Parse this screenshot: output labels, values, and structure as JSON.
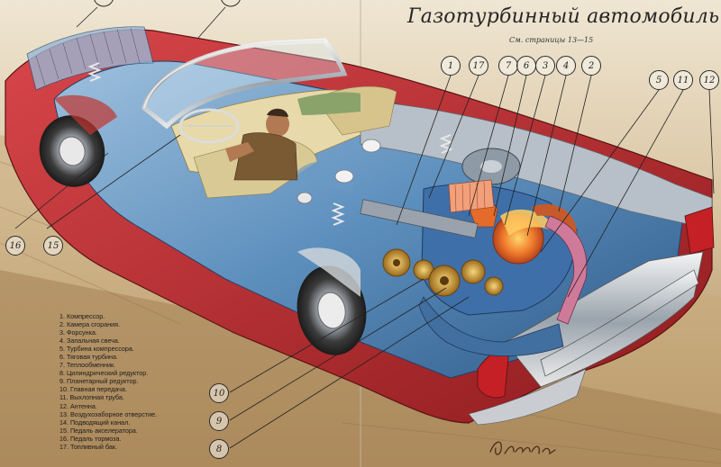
{
  "title": "Газотурбинный автомобиль",
  "subtitle": "См. страницы 13—15",
  "legend": [
    "1. Компрессор.",
    "2. Камера сгорания.",
    "3. Форсунка.",
    "4. Запальная свеча.",
    "5. Турбина компрессора.",
    "6. Тяговая турбина.",
    "7. Теплообменник.",
    "8. Цилиндрический редуктор.",
    "9. Планетарный редуктор.",
    "10. Главная передача.",
    "11. Выхлопная труба.",
    "12. Антенна.",
    "13. Воздухозаборное отверстие.",
    "14. Подводящий канал.",
    "15. Педаль акселератора.",
    "16. Педаль тормоза.",
    "17. Топливный бак."
  ],
  "callouts": {
    "c1": "1",
    "c17": "17",
    "c7": "7",
    "c6": "6",
    "c3": "3",
    "c4": "4",
    "c2": "2",
    "c5": "5",
    "c11": "11",
    "c12": "12",
    "c16": "16",
    "c15": "15",
    "c10": "10",
    "c9": "9",
    "c8": "8"
  },
  "colors": {
    "paper": "#efe6d3",
    "car_red": "#c4282a",
    "car_blue": "#4a7fb4",
    "hot_orange": "#e8702a",
    "road": "#b89a6c"
  }
}
